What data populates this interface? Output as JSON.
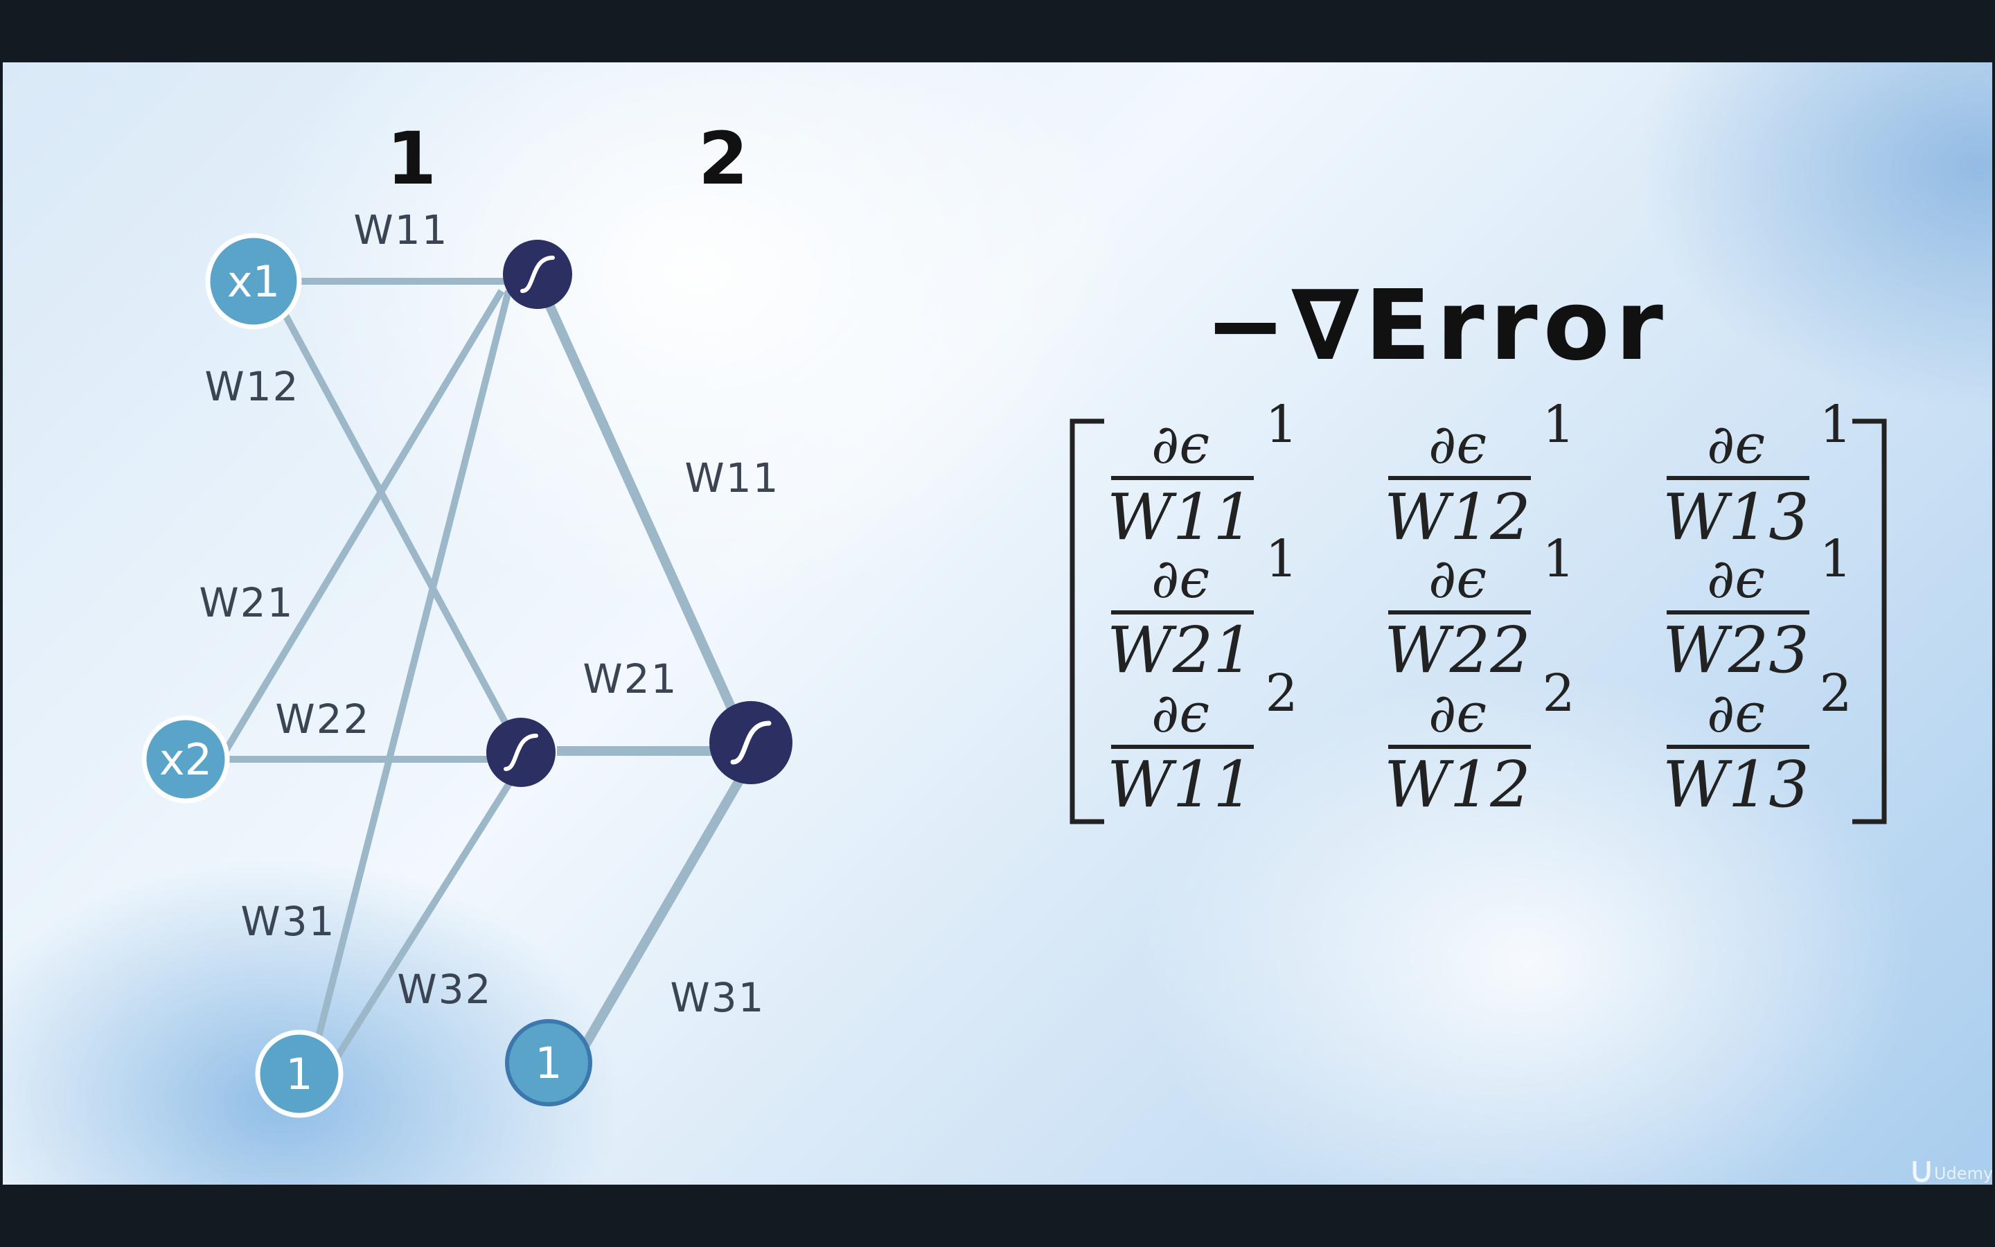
{
  "diagram": {
    "layer_labels": [
      "1",
      "2"
    ],
    "nodes": {
      "input_x1": "x1",
      "input_x2": "x2",
      "bias_layer1": "1",
      "bias_layer2": "1"
    },
    "edge_labels": {
      "l1_w11": "W11",
      "l1_w12": "W12",
      "l1_w21": "W21",
      "l1_w22": "W22",
      "l1_w31": "W31",
      "l1_w32": "W32",
      "l2_w11": "W11",
      "l2_w21": "W21",
      "l2_w31": "W31"
    },
    "activation_icon": "sigmoid-icon",
    "colors": {
      "input_node": "#5aa3c9",
      "hidden_node": "#2c2f62",
      "edge": "#9bb7c8"
    }
  },
  "formula": {
    "title": "−∇Error",
    "numerator": "∂ϵ",
    "matrix": [
      [
        {
          "den": "W11",
          "sup": "1"
        },
        {
          "den": "W12",
          "sup": "1"
        },
        {
          "den": "W13",
          "sup": "1"
        }
      ],
      [
        {
          "den": "W21",
          "sup": "1"
        },
        {
          "den": "W22",
          "sup": "1"
        },
        {
          "den": "W23",
          "sup": "1"
        }
      ],
      [
        {
          "den": "W11",
          "sup": "2"
        },
        {
          "den": "W12",
          "sup": "2"
        },
        {
          "den": "W13",
          "sup": "2"
        }
      ]
    ]
  },
  "watermark": {
    "brand": "Udemy"
  }
}
